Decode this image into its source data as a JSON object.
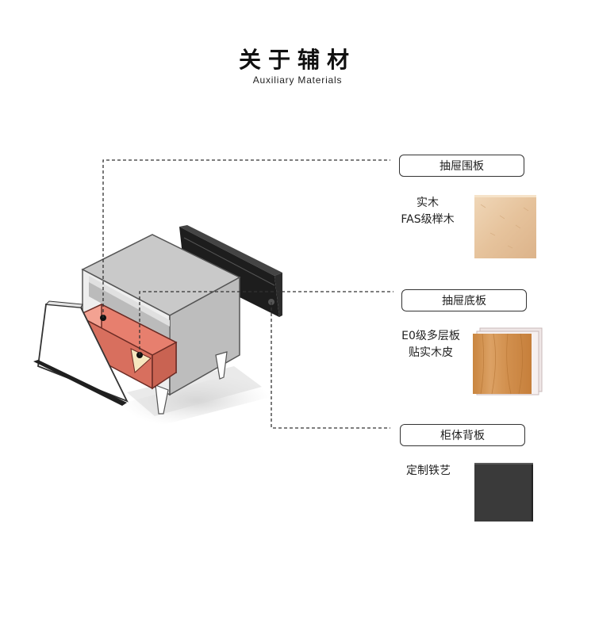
{
  "header": {
    "title": "关于辅材",
    "subtitle": "Auxiliary Materials"
  },
  "materials": [
    {
      "label": "抽屉围板",
      "desc_line1": "实木",
      "desc_line2": "FAS级榉木",
      "swatch": "beech-wood-block"
    },
    {
      "label": "抽屉底板",
      "desc_line1": "E0级多层板",
      "desc_line2": "贴实木皮",
      "swatch": "multilayer-board-stack"
    },
    {
      "label": "柜体背板",
      "desc_line1": "定制铁艺",
      "desc_line2": "",
      "swatch": "black-iron-plate"
    }
  ],
  "colors": {
    "cabinet_body": "#e9e9e9",
    "cabinet_side": "#cfcfcf",
    "drawer_interior": "#e77f6e",
    "back_panel": "#1f1f1f",
    "beech": "#e8c9a4",
    "walnut_veneer": "#d59a55",
    "iron": "#3a3a3a"
  }
}
